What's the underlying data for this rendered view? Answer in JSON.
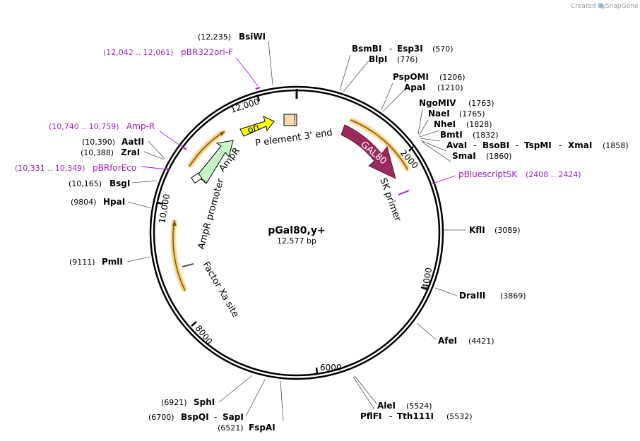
{
  "credit": {
    "prefix": "Created by",
    "brand": "SnapGene"
  },
  "plasmid": {
    "name": "pGal80,y+",
    "length": "12,577 bp"
  },
  "ticks": [
    "2000",
    "4000",
    "6000",
    "8000",
    "10,000",
    "12,000"
  ],
  "enzymes": [
    {
      "name": "BsiWI",
      "pos": "(12,235)"
    },
    {
      "name": "BsmBI",
      "sep": "-",
      "name2": "Esp3I",
      "pos": "(570)"
    },
    {
      "name": "BlpI",
      "pos": "(776)"
    },
    {
      "name": "PspOMI",
      "pos": "(1206)"
    },
    {
      "name": "ApaI",
      "pos": "(1210)"
    },
    {
      "name": "NgoMIV",
      "pos": "(1763)"
    },
    {
      "name": "NaeI",
      "pos": "(1765)"
    },
    {
      "name": "NheI",
      "pos": "(1828)"
    },
    {
      "name": "BmtI",
      "pos": "(1832)"
    },
    {
      "name": "AvaI",
      "sep": "-",
      "name2": "BsoBI",
      "sep2": "-",
      "name3": "TspMI",
      "sep3": "-",
      "name4": "XmaI",
      "pos": "(1858)"
    },
    {
      "name": "SmaI",
      "pos": "(1860)"
    },
    {
      "name": "KflI",
      "pos": "(3089)"
    },
    {
      "name": "DraIII",
      "pos": "(3869)"
    },
    {
      "name": "AfeI",
      "pos": "(4421)"
    },
    {
      "name": "AleI",
      "pos": "(5524)"
    },
    {
      "name": "PflFI",
      "sep": "-",
      "name2": "Tth111I",
      "pos": "(5532)"
    },
    {
      "name": "FspAI",
      "pos": "(6521)"
    },
    {
      "name": "BspQI",
      "sep": "-",
      "name2": "SapI",
      "pos": "(6700)"
    },
    {
      "name": "SphI",
      "pos": "(6921)"
    },
    {
      "name": "PmlI",
      "pos": "(9111)"
    },
    {
      "name": "HpaI",
      "pos": "(9804)"
    },
    {
      "name": "BsgI",
      "pos": "(10,165)"
    },
    {
      "name": "ZraI",
      "pos": "(10,388)"
    },
    {
      "name": "AatII",
      "pos": "(10,390)"
    }
  ],
  "primers": [
    {
      "name": "pBR322ori-F",
      "range": "(12,042 .. 12,061)"
    },
    {
      "name": "Amp-R",
      "range": "(10,740 .. 10,759)"
    },
    {
      "name": "pBRforEco",
      "range": "(10,331 .. 10,349)"
    },
    {
      "name": "pBluescriptSK",
      "range": "(2408 .. 2424)"
    }
  ],
  "features": {
    "ori": "ori",
    "gal80": "GAL80",
    "ampr": "AmpR",
    "ampr_promoter": "AmpR promoter",
    "p_element": "P element 3' end",
    "sk_primer": "SK primer",
    "factor_xa": "Factor Xa site"
  },
  "colors": {
    "gal80": "#9b2a5c",
    "ori": "#ffff00",
    "ampr": "#c8f5c8",
    "primer": "#a020c0",
    "highlight": "#f0b030",
    "p_element": "#f8d8b0"
  }
}
